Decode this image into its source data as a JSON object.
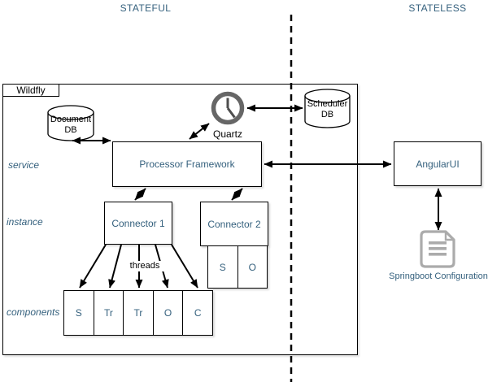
{
  "regions": {
    "stateful": "STATEFUL",
    "stateless": "STATELESS"
  },
  "wildfly": {
    "title": "Wildfly"
  },
  "lanes": {
    "service": "service",
    "instance": "instance",
    "components": "components"
  },
  "nodes": {
    "document_db": {
      "line1": "Document",
      "line2": "DB"
    },
    "scheduler_db": {
      "line1": "Scheduler",
      "line2": "DB"
    },
    "quartz": {
      "label": "Quartz"
    },
    "processor_framework": {
      "label": "Processor Framework"
    },
    "connector1": {
      "label": "Connector 1"
    },
    "connector2": {
      "label": "Connector 2"
    },
    "angular_ui": {
      "label": "AngularUI"
    },
    "springboot_config": {
      "label": "Springboot Configuration"
    },
    "threads": {
      "label": "threads"
    }
  },
  "connector2_cells": [
    "S",
    "O"
  ],
  "component_cells": [
    "S",
    "Tr",
    "Tr",
    "O",
    "C"
  ],
  "colors": {
    "accent_text": "#34607d",
    "stroke": "#000000",
    "clock_gray": "#666666",
    "icon_gray": "#ababab"
  }
}
